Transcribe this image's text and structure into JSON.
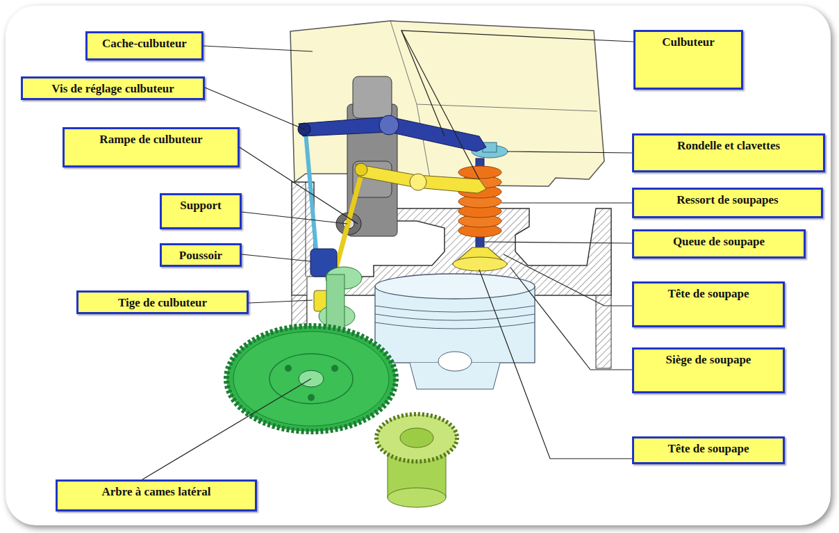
{
  "diagram": {
    "nodes": [
      {
        "text": [
          "Cache-culbuteur"
        ]
      },
      {
        "text": [
          "Culbuteur"
        ]
      },
      {
        "text": [
          "Vis de réglage culbuteur"
        ]
      },
      {
        "text": [
          "Rampe de culbuteur"
        ]
      },
      {
        "text": [
          "Rondelle et clavettes"
        ]
      },
      {
        "text": [
          "Support"
        ]
      },
      {
        "text": [
          "Ressort de soupapes"
        ]
      },
      {
        "text": [
          "Queue de soupape"
        ]
      },
      {
        "text": [
          "Poussoir"
        ]
      },
      {
        "text": [
          "Tige de culbuteur"
        ]
      },
      {
        "text": [
          "Tête de soupape"
        ]
      },
      {
        "text": [
          "Siège de soupape"
        ]
      },
      {
        "text": [
          "Tête de soupape"
        ]
      },
      {
        "text": [
          "Arbre à cames latéral"
        ]
      }
    ]
  }
}
